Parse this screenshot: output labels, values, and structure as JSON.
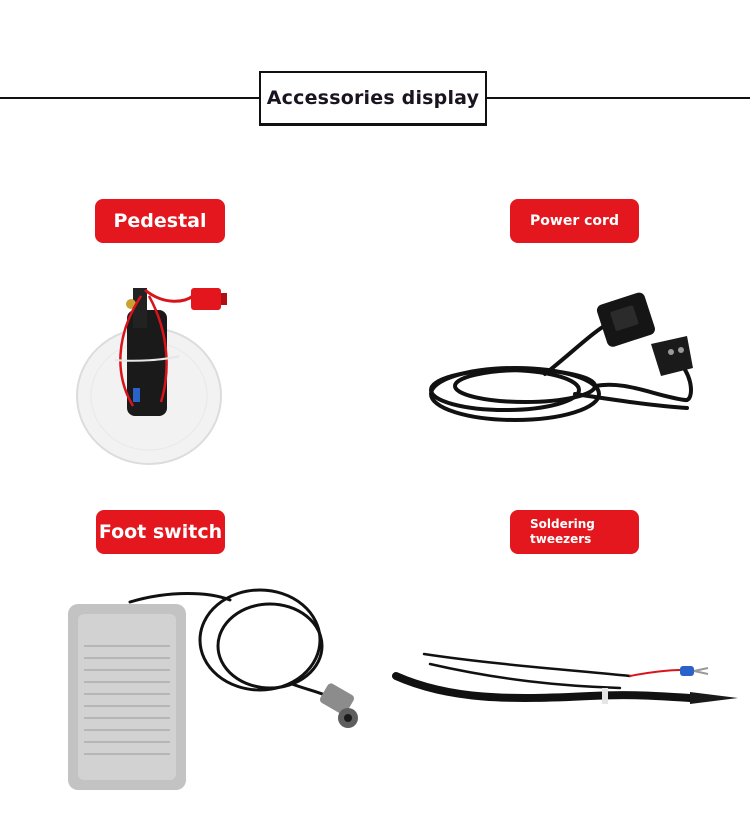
{
  "header": {
    "title": "Accessories display"
  },
  "accessories": [
    {
      "label": "Pedestal"
    },
    {
      "label": "Power cord"
    },
    {
      "label": "Foot switch"
    },
    {
      "label": "Soldering tweezers"
    }
  ],
  "colors": {
    "tag_background": "#e3171d",
    "tag_text": "#ffffff",
    "rule": "#111111"
  }
}
